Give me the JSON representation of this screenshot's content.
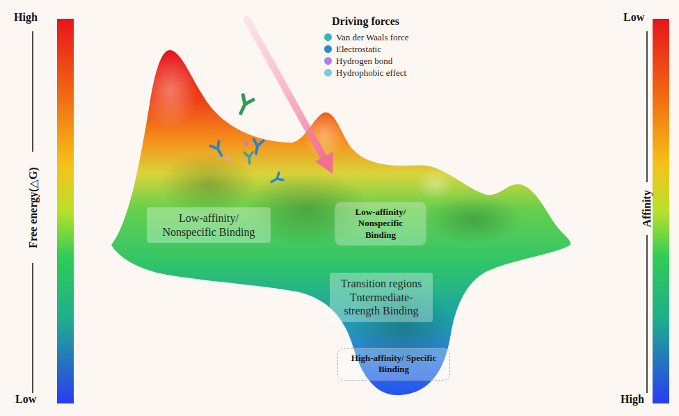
{
  "diagram": {
    "nodes": [
      {
        "text": [
          "Low-affinity/ Nonspecific Binding"
        ]
      },
      {
        "text": [
          "Low-affinity/ Nonspecific Binding"
        ]
      },
      {
        "text": [
          "Transition regions Tntermediate-strength Binding"
        ]
      },
      {
        "text": [
          "High-affinity/ Specific Binding"
        ]
      }
    ],
    "labels": [
      "High",
      "Low",
      "Driving forces",
      "Free energy(△G)",
      "Affinity",
      "Low",
      "High"
    ],
    "legend": [
      {
        "text": "Van der Waals force",
        "color": "#3ab7b5"
      },
      {
        "text": "Electrostatic",
        "color": "#2b8cc4"
      },
      {
        "text": "Hydrogen bond",
        "color": "#b57ee0"
      },
      {
        "text": "Hydrophobic effect",
        "color": "#7ec9d9"
      }
    ]
  }
}
